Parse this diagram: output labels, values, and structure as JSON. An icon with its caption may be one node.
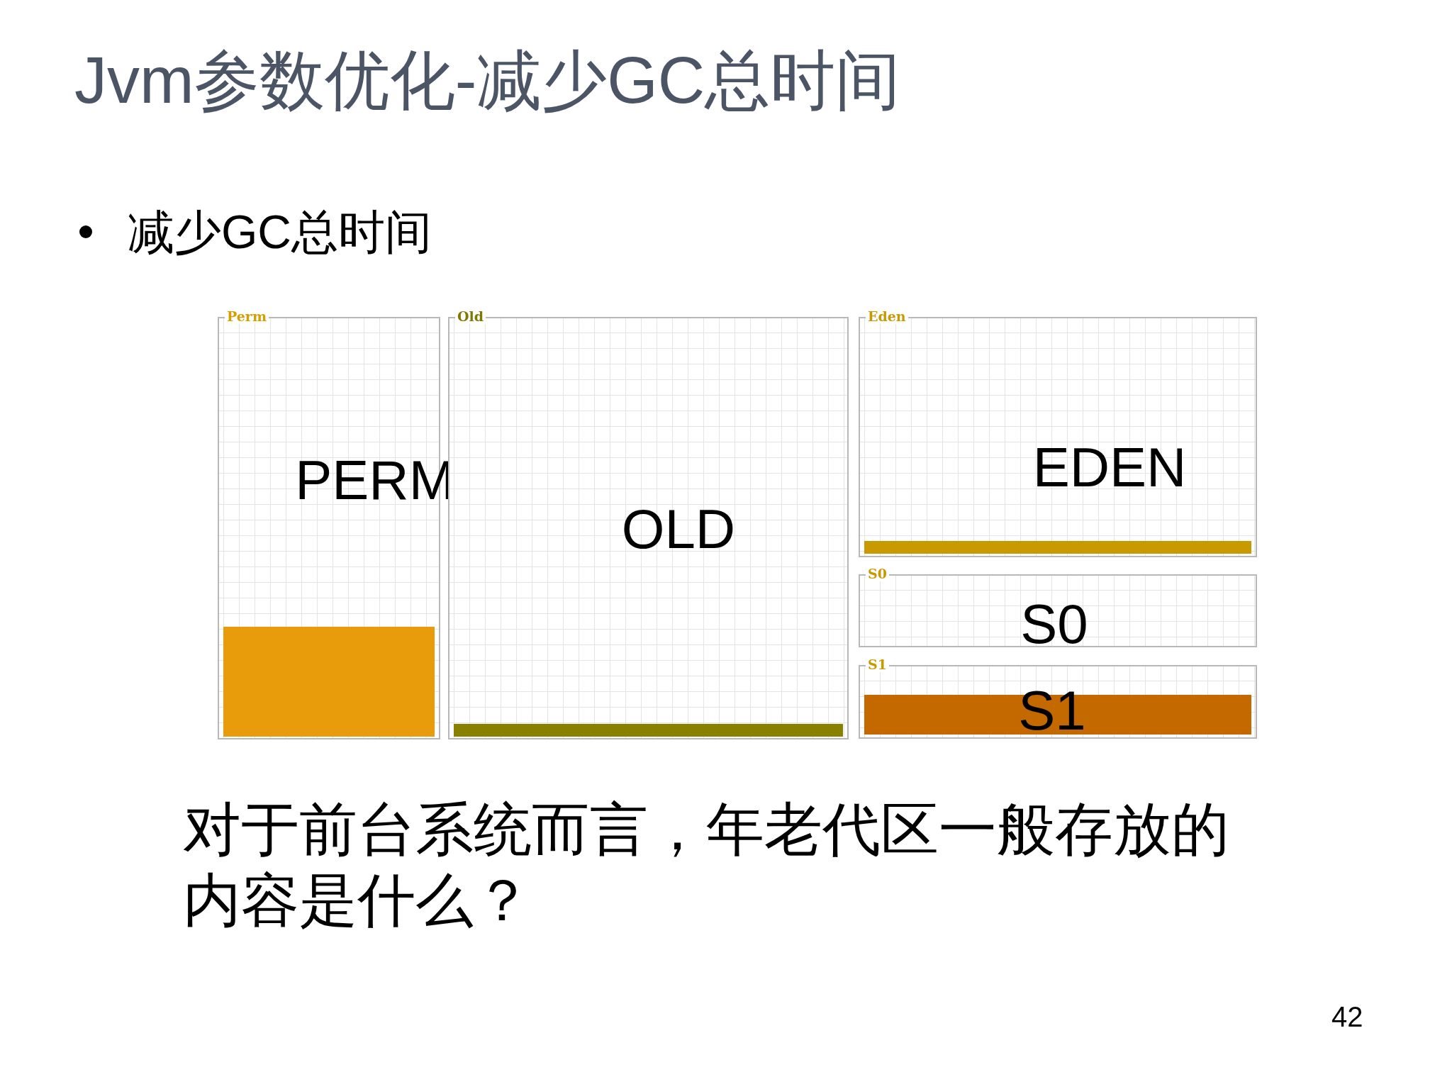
{
  "diagram": {
    "title": "Jvm参数优化-减少GC总时间",
    "nodes": [
      {
        "text": [
          "Perm",
          "PERM"
        ]
      },
      {
        "text": [
          "Old",
          "OLD"
        ]
      },
      {
        "text": [
          "Eden",
          "EDEN"
        ]
      },
      {
        "text": [
          "S0",
          "S0"
        ]
      },
      {
        "text": [
          "S1",
          "S1"
        ]
      }
    ],
    "labels": [
      "减少GC总时间",
      "对于前台系统而言，年老代区一般存放的内容是什么？",
      "42"
    ]
  }
}
